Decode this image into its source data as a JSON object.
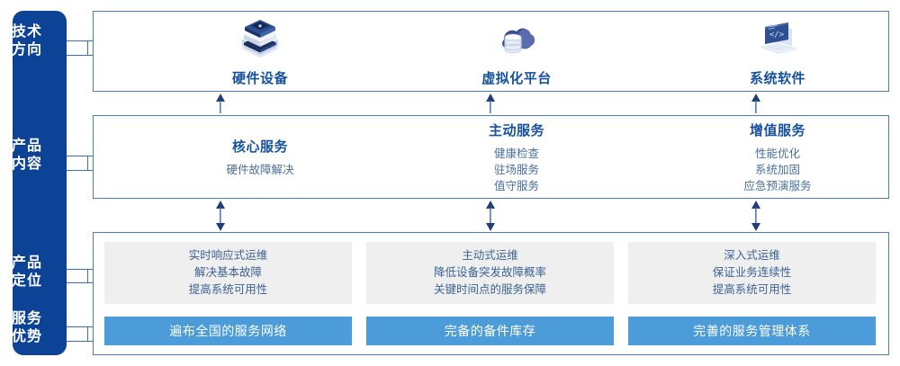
{
  "rail": {
    "items": [
      {
        "line1": "技术",
        "line2": "方向"
      },
      {
        "line1": "产品",
        "line2": "内容"
      },
      {
        "line1": "产品",
        "line2": "定位"
      },
      {
        "line1": "服务",
        "line2": "优势"
      }
    ]
  },
  "tech_direction": {
    "columns": [
      {
        "icon": "stacked-servers-icon",
        "label": "硬件设备"
      },
      {
        "icon": "cloud-database-icon",
        "label": "虚拟化平台"
      },
      {
        "icon": "laptop-code-icon",
        "label": "系统软件"
      }
    ]
  },
  "product_content": {
    "columns": [
      {
        "title": "核心服务",
        "items": [
          "硬件故障解决"
        ]
      },
      {
        "title": "主动服务",
        "items": [
          "健康检查",
          "驻场服务",
          "值守服务"
        ]
      },
      {
        "title": "增值服务",
        "items": [
          "性能优化",
          "系统加固",
          "应急预演服务"
        ]
      }
    ]
  },
  "product_positioning": {
    "columns": [
      {
        "lines": [
          "实时响应式运维",
          "解决基本故障",
          "提高系统可用性"
        ]
      },
      {
        "lines": [
          "主动式运维",
          "降低设备突发故障概率",
          "关键时间点的服务保障"
        ]
      },
      {
        "lines": [
          "深入式运维",
          "保证业务连续性",
          "提高系统可用性"
        ]
      }
    ]
  },
  "service_advantage": {
    "bars": [
      {
        "label": "遍布全国的服务网络"
      },
      {
        "label": "完备的备件库存"
      },
      {
        "label": "完善的服务管理体系"
      }
    ]
  },
  "colors": {
    "rail_blue": "#0d4397",
    "panel_border": "#4a7ebb",
    "title_blue": "#16529e",
    "body_blue": "#4a6f9c",
    "gray_box": "#efefef",
    "bar_blue": "#4b9cd8",
    "arrow_navy": "#1f3f77"
  }
}
